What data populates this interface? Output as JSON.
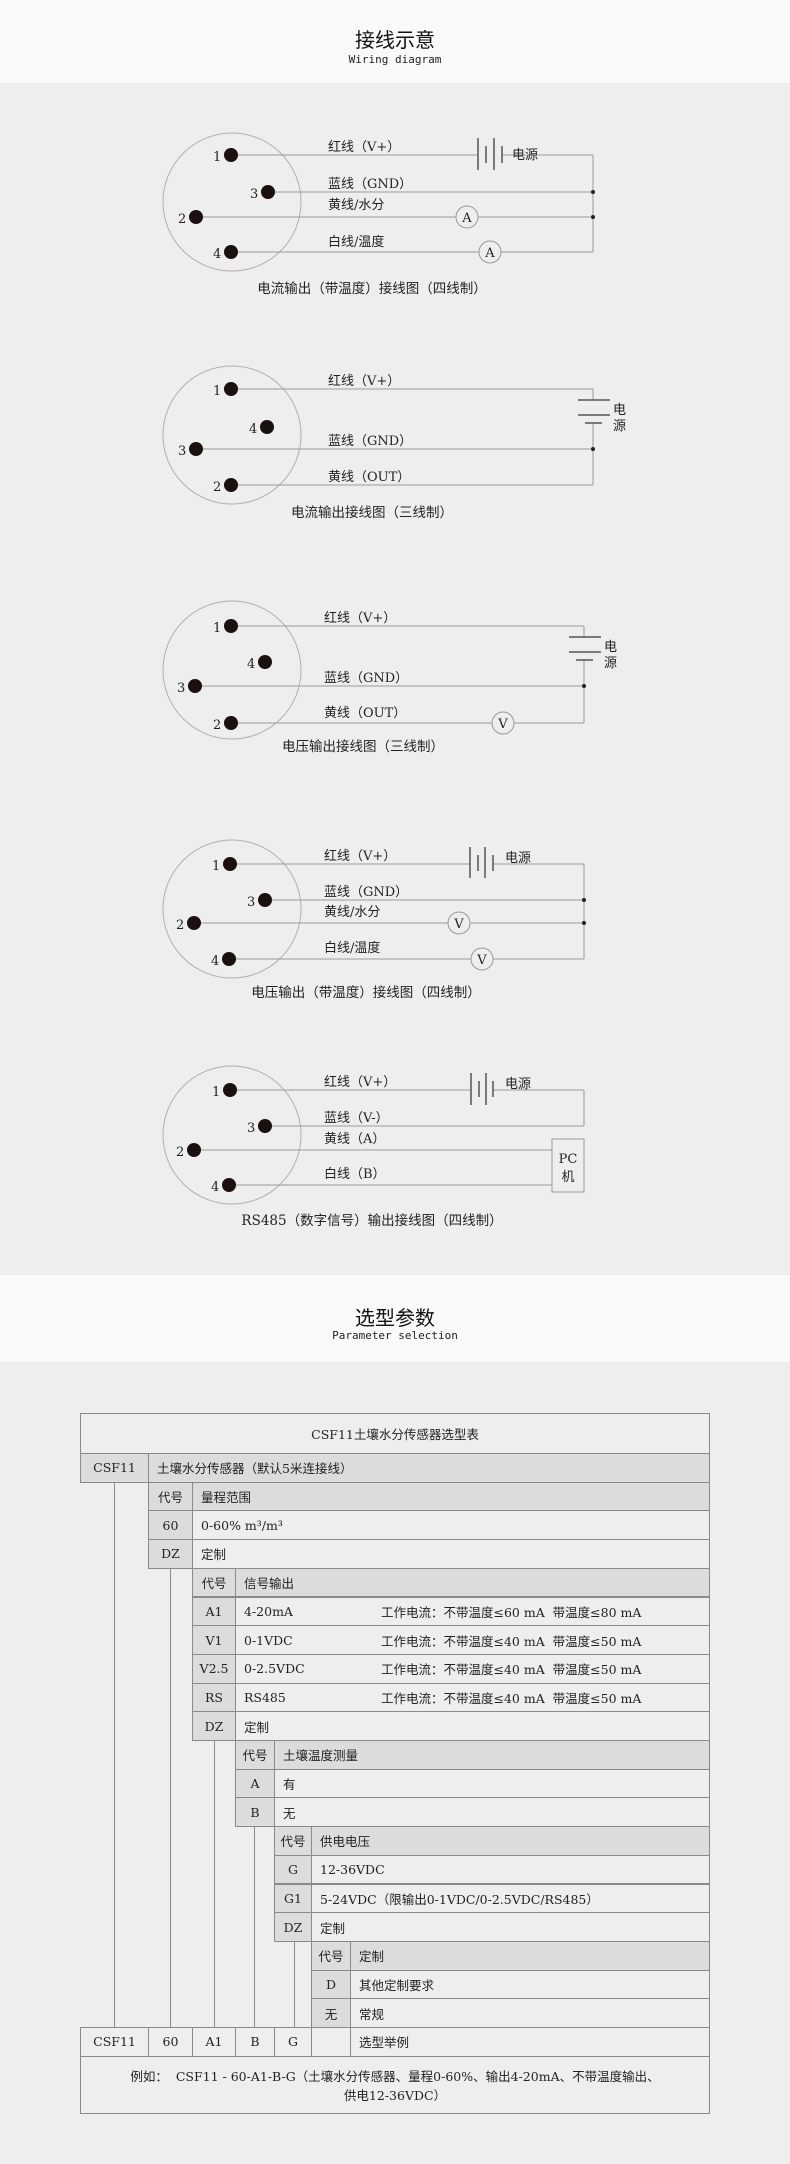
{
  "wiring_section": {
    "title": "接线示意",
    "subtitle": "Wiring diagram"
  },
  "diagrams": [
    {
      "caption": "电流输出（带温度）接线图（四线制）",
      "pins": [
        "1",
        "3",
        "2",
        "4"
      ],
      "wires": [
        "红线（V+）",
        "蓝线（GND）",
        "黄线/水分",
        "白线/温度"
      ],
      "power": "电源",
      "meters": [
        "A",
        "A"
      ]
    },
    {
      "caption": "电流输出接线图（三线制）",
      "pins": [
        "1",
        "4",
        "3",
        "2"
      ],
      "wires": [
        "红线（V+）",
        "蓝线（GND）",
        "黄线（OUT）"
      ],
      "power": [
        "电",
        "源"
      ]
    },
    {
      "caption": "电压输出接线图（三线制）",
      "pins": [
        "1",
        "4",
        "3",
        "2"
      ],
      "wires": [
        "红线（V+）",
        "蓝线（GND）",
        "黄线（OUT）"
      ],
      "power": [
        "电",
        "源"
      ],
      "meters": [
        "V"
      ]
    },
    {
      "caption": "电压输出（带温度）接线图（四线制）",
      "pins": [
        "1",
        "3",
        "2",
        "4"
      ],
      "wires": [
        "红线（V+）",
        "蓝线（GND）",
        "黄线/水分",
        "白线/温度"
      ],
      "power": "电源",
      "meters": [
        "V",
        "V"
      ]
    },
    {
      "caption": "RS485（数字信号）输出接线图（四线制）",
      "pins": [
        "1",
        "3",
        "2",
        "4"
      ],
      "wires": [
        "红线（V+）",
        "蓝线（V-）",
        "黄线（A）",
        "白线（B）"
      ],
      "power": "电源",
      "pc": [
        "PC",
        "机"
      ]
    }
  ],
  "selection_section": {
    "title": "选型参数",
    "subtitle": "Parameter selection"
  },
  "selection_table": {
    "title": "CSF11土壤水分传感器选型表",
    "base": {
      "code": "CSF11",
      "desc": "土壤水分传感器（默认5米连接线）"
    },
    "groups": [
      {
        "code_header": "代号",
        "title": "量程范围",
        "options": [
          {
            "code": "60",
            "desc": "0-60% m³/m³"
          },
          {
            "code": "DZ",
            "desc": "定制"
          }
        ]
      },
      {
        "code_header": "代号",
        "title": "信号输出",
        "options": [
          {
            "code": "A1",
            "desc": "4-20mA",
            "current": "工作电流：不带温度≤60 mA  带温度≤80 mA"
          },
          {
            "code": "V1",
            "desc": "0-1VDC",
            "current": "工作电流：不带温度≤40 mA  带温度≤50 mA"
          },
          {
            "code": "V2.5",
            "desc": "0-2.5VDC",
            "current": "工作电流：不带温度≤40 mA  带温度≤50 mA"
          },
          {
            "code": "RS",
            "desc": "RS485",
            "current": "工作电流：不带温度≤40 mA  带温度≤50 mA"
          },
          {
            "code": "DZ",
            "desc": "定制"
          }
        ]
      },
      {
        "code_header": "代号",
        "title": "土壤温度测量",
        "options": [
          {
            "code": "A",
            "desc": "有"
          },
          {
            "code": "B",
            "desc": "无"
          }
        ]
      },
      {
        "code_header": "代号",
        "title": "供电电压",
        "options": [
          {
            "code": "G",
            "desc": "12-36VDC"
          },
          {
            "code": "G1",
            "desc": "5-24VDC（限输出0-1VDC/0-2.5VDC/RS485）"
          },
          {
            "code": "DZ",
            "desc": "定制"
          }
        ]
      },
      {
        "code_header": "代号",
        "title": "定制",
        "options": [
          {
            "code": "D",
            "desc": "其他定制要求"
          },
          {
            "code": "无",
            "desc": "常规"
          }
        ]
      }
    ],
    "example_row": {
      "codes": [
        "CSF11",
        "60",
        "A1",
        "B",
        "G",
        ""
      ],
      "label": "选型举例"
    },
    "example_text": [
      "例如：  CSF11 - 60-A1-B-G（土壤水分传感器、量程0-60%、输出4-20mA、不带温度输出、",
      "供电12-36VDC）"
    ]
  }
}
